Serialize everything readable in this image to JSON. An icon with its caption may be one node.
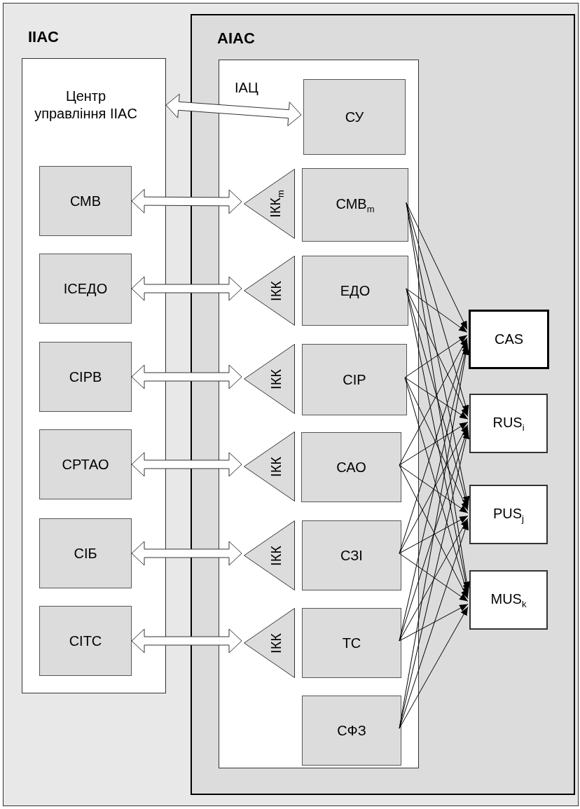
{
  "diagram": {
    "nodes": [
      {
        "text": [
          "IIAC"
        ]
      },
      {
        "text": [
          "Центр управління IIAC"
        ],
        "in": 0
      },
      {
        "text": [
          "СМВ"
        ],
        "in": 0
      },
      {
        "text": [
          "ІСЕДО"
        ],
        "in": 0
      },
      {
        "text": [
          "СІРВ"
        ],
        "in": 0
      },
      {
        "text": [
          "СРТАО"
        ],
        "in": 0
      },
      {
        "text": [
          "СІБ"
        ],
        "in": 0
      },
      {
        "text": [
          "СІТС"
        ],
        "in": 0
      },
      {
        "text": [
          "AIAC"
        ]
      },
      {
        "text": [
          "ІАЦ"
        ],
        "in": 8
      },
      {
        "text": [
          "СУ"
        ],
        "in": 9
      },
      {
        "text": [
          "ІКК$_{m}$"
        ],
        "in": 9
      },
      {
        "text": [
          "СМВ$_{m}$"
        ],
        "in": 9
      },
      {
        "text": [
          "ІКК"
        ],
        "in": 9
      },
      {
        "text": [
          "ЕДО"
        ],
        "in": 9
      },
      {
        "text": [
          "ІКК"
        ],
        "in": 9
      },
      {
        "text": [
          "СІР"
        ],
        "in": 9
      },
      {
        "text": [
          "ІКК"
        ],
        "in": 9
      },
      {
        "text": [
          "САО"
        ],
        "in": 9
      },
      {
        "text": [
          "ІКК"
        ],
        "in": 9
      },
      {
        "text": [
          "СЗІ"
        ],
        "in": 9
      },
      {
        "text": [
          "ІКК"
        ],
        "in": 9
      },
      {
        "text": [
          "ТС"
        ],
        "in": 9
      },
      {
        "text": [
          "СФЗ"
        ],
        "in": 9
      },
      {
        "text": [
          "CAS"
        ],
        "in": 8
      },
      {
        "text": [
          "RUS$_{i}$"
        ],
        "in": 8
      },
      {
        "text": [
          "PUS$_{j}$"
        ],
        "in": 8
      },
      {
        "text": [
          "MUS$_{k}$"
        ],
        "in": 8
      }
    ],
    "edges": [
      {
        "from": 1,
        "to": 10,
        "arrow": "both",
        "style": "thick"
      },
      {
        "from": 2,
        "to": 11,
        "arrow": "both",
        "style": "thick"
      },
      {
        "from": 3,
        "to": 13,
        "arrow": "both",
        "style": "thick"
      },
      {
        "from": 4,
        "to": 15,
        "arrow": "both",
        "style": "thick"
      },
      {
        "from": 5,
        "to": 17,
        "arrow": "both",
        "style": "thick"
      },
      {
        "from": 6,
        "to": 19,
        "arrow": "both",
        "style": "thick"
      },
      {
        "from": 7,
        "to": 21,
        "arrow": "both",
        "style": "thick"
      },
      {
        "from": 12,
        "to": 24,
        "arrow": "to"
      },
      {
        "from": 12,
        "to": 25,
        "arrow": "to"
      },
      {
        "from": 12,
        "to": 26,
        "arrow": "to"
      },
      {
        "from": 12,
        "to": 27,
        "arrow": "to"
      },
      {
        "from": 14,
        "to": 24,
        "arrow": "to"
      },
      {
        "from": 14,
        "to": 25,
        "arrow": "to"
      },
      {
        "from": 14,
        "to": 26,
        "arrow": "to"
      },
      {
        "from": 14,
        "to": 27,
        "arrow": "to"
      },
      {
        "from": 16,
        "to": 24,
        "arrow": "to"
      },
      {
        "from": 16,
        "to": 25,
        "arrow": "to"
      },
      {
        "from": 16,
        "to": 26,
        "arrow": "to"
      },
      {
        "from": 16,
        "to": 27,
        "arrow": "to"
      },
      {
        "from": 18,
        "to": 24,
        "arrow": "to"
      },
      {
        "from": 18,
        "to": 25,
        "arrow": "to"
      },
      {
        "from": 18,
        "to": 26,
        "arrow": "to"
      },
      {
        "from": 18,
        "to": 27,
        "arrow": "to"
      },
      {
        "from": 20,
        "to": 24,
        "arrow": "to"
      },
      {
        "from": 20,
        "to": 25,
        "arrow": "to"
      },
      {
        "from": 20,
        "to": 26,
        "arrow": "to"
      },
      {
        "from": 20,
        "to": 27,
        "arrow": "to"
      },
      {
        "from": 22,
        "to": 24,
        "arrow": "to"
      },
      {
        "from": 22,
        "to": 25,
        "arrow": "to"
      },
      {
        "from": 22,
        "to": 26,
        "arrow": "to"
      },
      {
        "from": 22,
        "to": 27,
        "arrow": "to"
      },
      {
        "from": 23,
        "to": 24,
        "arrow": "to"
      },
      {
        "from": 23,
        "to": 25,
        "arrow": "to"
      },
      {
        "from": 23,
        "to": 26,
        "arrow": "to"
      },
      {
        "from": 23,
        "to": 27,
        "arrow": "to"
      }
    ]
  }
}
